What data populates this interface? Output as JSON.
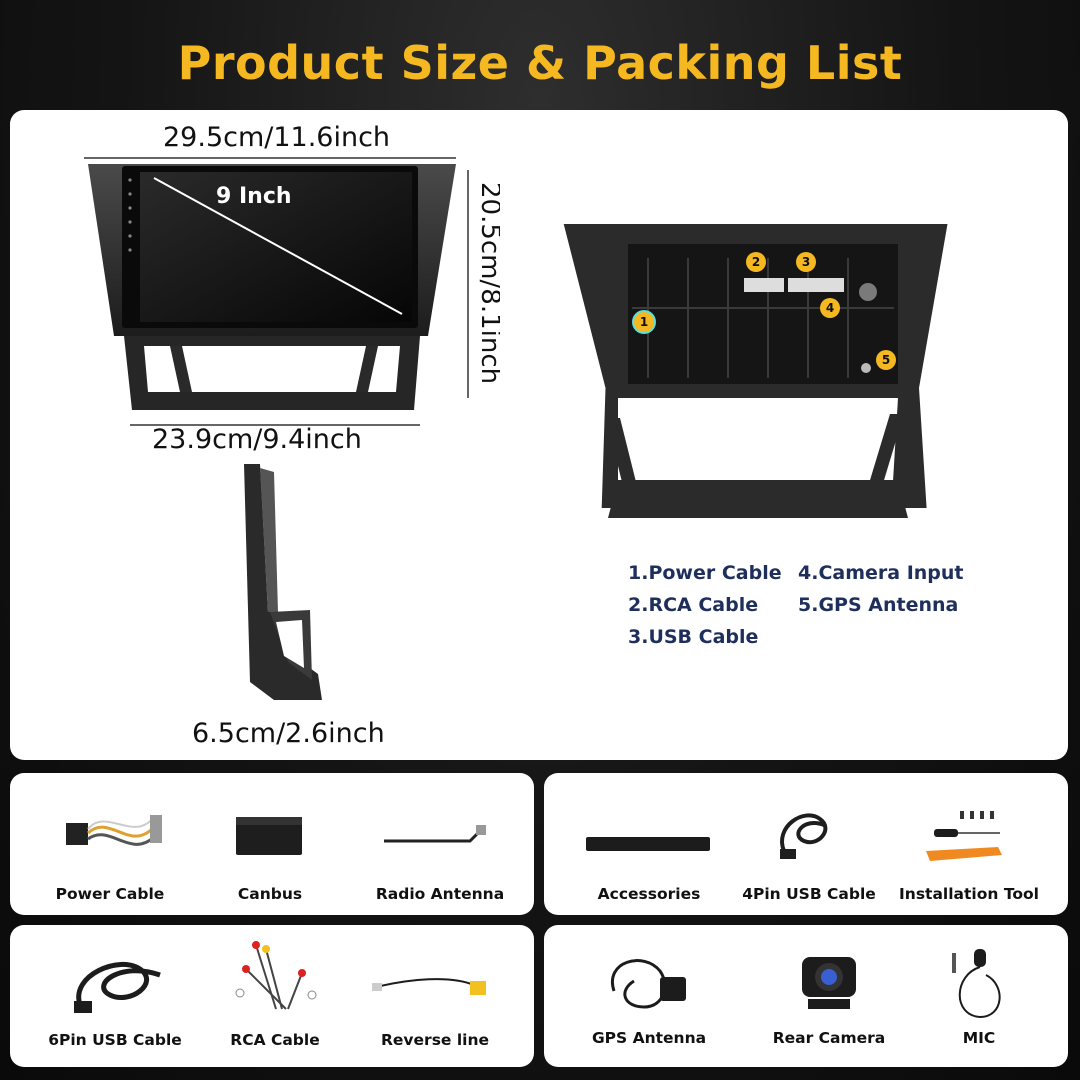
{
  "title": "Product Size & Packing List",
  "dimensions": {
    "width_top": "29.5cm/11.6inch",
    "height": "20.5cm/8.1inch",
    "width_bottom": "23.9cm/9.4inch",
    "depth": "6.5cm/2.6inch",
    "screen": "9 Inch"
  },
  "ports": {
    "markers": [
      "1",
      "2",
      "3",
      "4",
      "5"
    ],
    "legend": [
      "1.Power Cable",
      "2.RCA Cable",
      "3.USB Cable",
      "4.Camera Input",
      "5.GPS Antenna"
    ]
  },
  "packing_list": {
    "group1": [
      "Power Cable",
      "Canbus",
      "Radio Antenna"
    ],
    "group2": [
      "Accessories",
      "4Pin USB Cable",
      "Installation Tool"
    ],
    "group3": [
      "6Pin USB Cable",
      "RCA Cable",
      "Reverse line"
    ],
    "group4": [
      "GPS Antenna",
      "Rear Camera",
      "MIC"
    ]
  },
  "colors": {
    "title": "#f5b820",
    "legend_text": "#1e2f5c",
    "marker_fill": "#f5b820",
    "marker_highlight": "#5ce0d8"
  }
}
